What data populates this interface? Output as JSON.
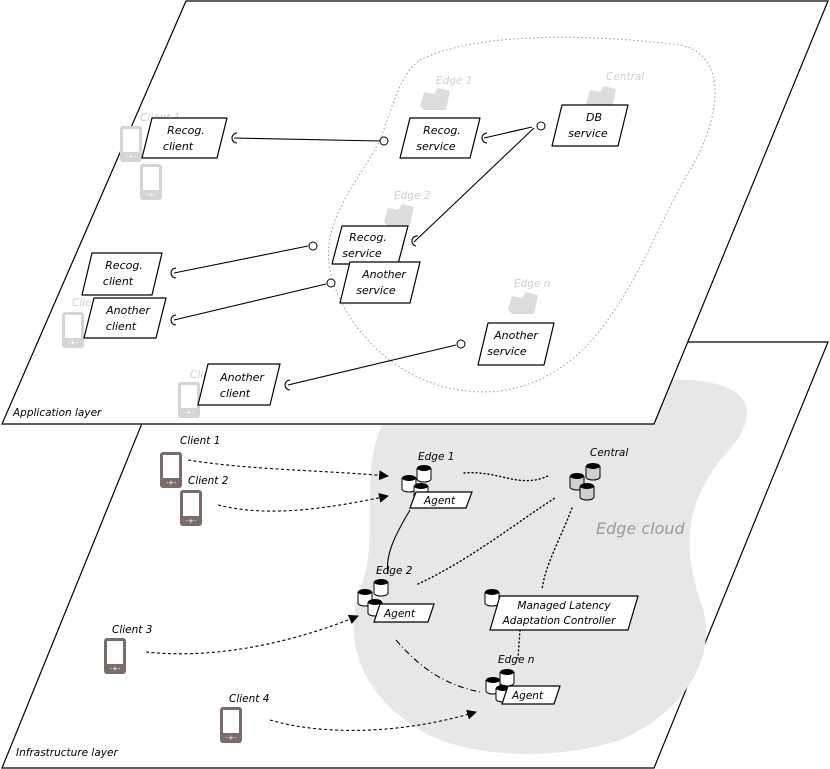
{
  "application_layer": {
    "title": "Application layer",
    "faint_labels": {
      "edge1": "Edge 1",
      "central": "Central",
      "edge2": "Edge 2",
      "edgen": "Edge n",
      "client_a": "Client 1",
      "client_b": "Client",
      "client_c": "Client"
    },
    "components": {
      "recog_client_1": [
        "Recog.",
        "client"
      ],
      "recog_service_1": [
        "Recog.",
        "service"
      ],
      "db_service": [
        "DB",
        "service"
      ],
      "recog_service_2": [
        "Recog.",
        "service"
      ],
      "another_service_2": [
        "Another",
        "service"
      ],
      "recog_client_2": [
        "Recog.",
        "client"
      ],
      "another_client_1": [
        "Another",
        "client"
      ],
      "another_service_n": [
        "Another",
        "service"
      ],
      "another_client_2": [
        "Another",
        "client"
      ]
    }
  },
  "infrastructure_layer": {
    "title": "Infrastructure layer",
    "cloud_label": "Edge cloud",
    "clients": [
      "Client 1",
      "Client 2",
      "Client 3",
      "Client 4"
    ],
    "nodes": {
      "edge1": "Edge 1",
      "edge2": "Edge 2",
      "edgen": "Edge n",
      "central": "Central"
    },
    "agent_label": "Agent",
    "controller": [
      "Managed Latency",
      "Adaptation Controller"
    ]
  },
  "colors": {
    "device": "#7a6a6a",
    "cloud": "#e8e7e7",
    "faint": "#cfcfcf"
  }
}
